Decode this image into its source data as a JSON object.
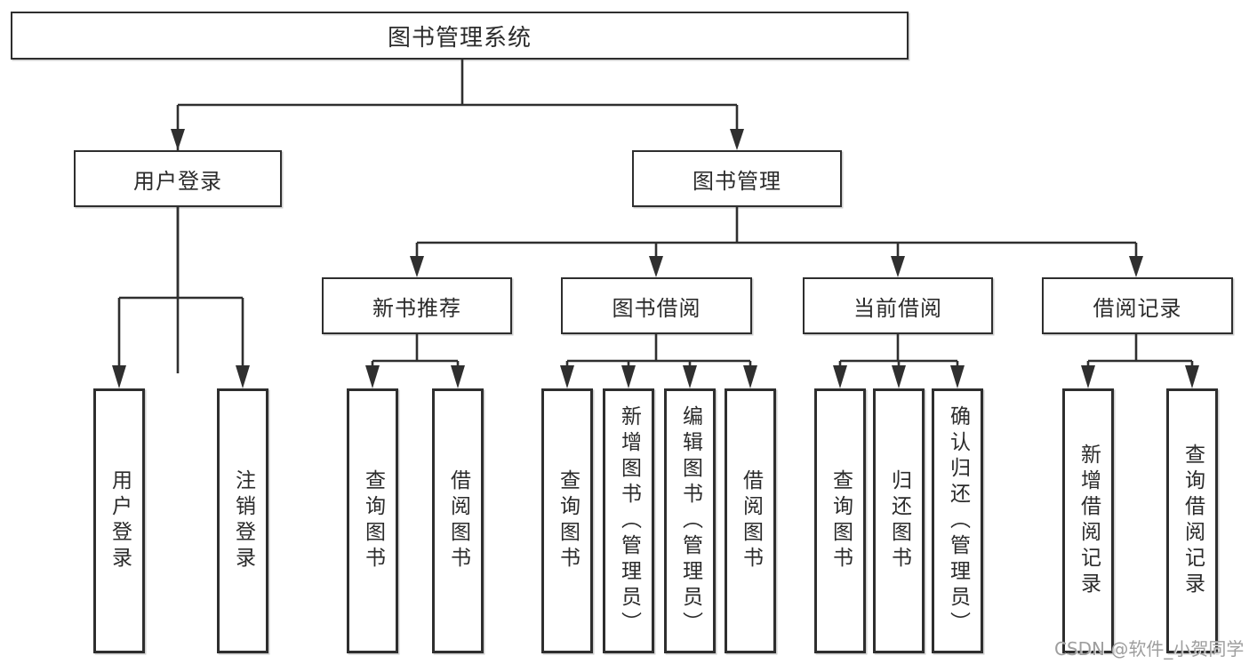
{
  "diagram": {
    "root": "图书管理系统",
    "branches": [
      {
        "label": "用户登录",
        "children": [
          "用户登录",
          "注销登录"
        ]
      },
      {
        "label": "图书管理",
        "children": [
          {
            "label": "新书推荐",
            "children": [
              "查询图书",
              "借阅图书"
            ]
          },
          {
            "label": "图书借阅",
            "children": [
              "查询图书",
              "新增图书（管理员）",
              "编辑图书（管理员）",
              "借阅图书"
            ]
          },
          {
            "label": "当前借阅",
            "children": [
              "查询图书",
              "归还图书",
              "确认归还（管理员）"
            ]
          },
          {
            "label": "借阅记录",
            "children": [
              "新增借阅记录",
              "查询借阅记录"
            ]
          }
        ]
      }
    ],
    "watermark": "CSDN @软件_小贺同学",
    "colors": {
      "line": "#2f2f2f",
      "box_border": "#2e2e2e",
      "text": "#2b2b2b",
      "watermark": "#9e9e9e",
      "background": "#ffffff"
    }
  }
}
